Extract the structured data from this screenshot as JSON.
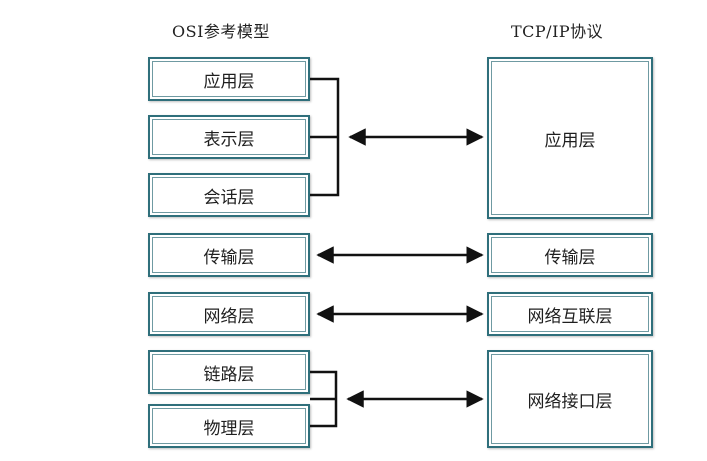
{
  "osi": {
    "title": "OSI参考模型",
    "layers": [
      "应用层",
      "表示层",
      "会话层",
      "传输层",
      "网络层",
      "链路层",
      "物理层"
    ]
  },
  "tcpip": {
    "title": "TCP/IP协议",
    "layers": [
      "应用层",
      "传输层",
      "网络互联层",
      "网络接口层"
    ]
  },
  "colors": {
    "box_border": "#2f6f7b",
    "line": "#111111"
  }
}
